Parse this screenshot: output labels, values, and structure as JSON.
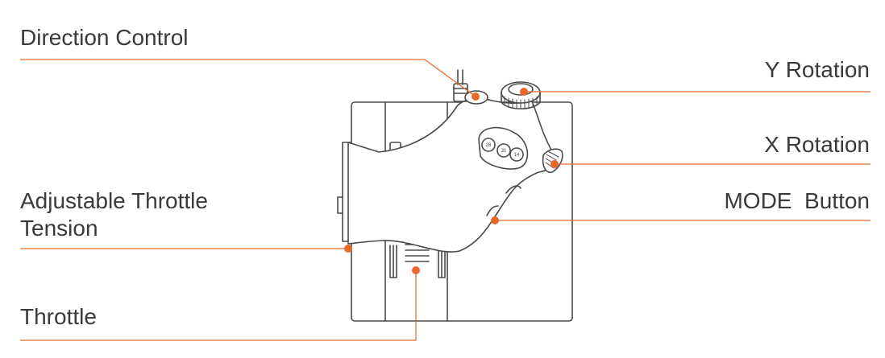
{
  "colors": {
    "accent": "#e8672a",
    "outline": "#4a4a4a",
    "text": "#3a3a3a",
    "background": "#ffffff"
  },
  "labels": {
    "direction_control": "Direction Control",
    "y_rotation": "Y Rotation",
    "x_rotation": "X Rotation",
    "mode_button": "MODE  Button",
    "throttle_tension_line1": "Adjustable Throttle",
    "throttle_tension_line2": "Tension",
    "throttle": "Throttle"
  },
  "button_texts": [
    "28",
    "31",
    "14"
  ]
}
